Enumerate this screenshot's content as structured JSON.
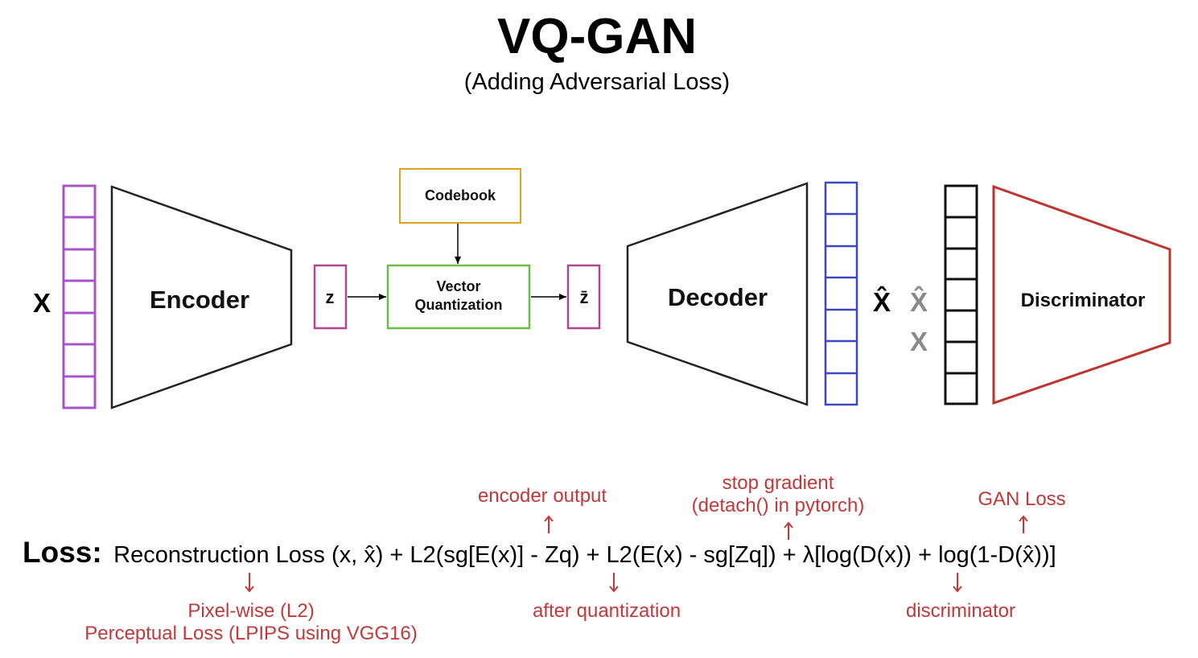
{
  "title": "VQ-GAN",
  "subtitle": "(Adding Adversarial Loss)",
  "diagram": {
    "input_label": "X",
    "encoder_label": "Encoder",
    "z_label": "z",
    "codebook_label": "Codebook",
    "vq_line1": "Vector",
    "vq_line2": "Quantization",
    "zq_label": "z̄",
    "decoder_label": "Decoder",
    "xhat_label": "X̂",
    "disc_xhat_label": "X̂",
    "disc_x_label": "X",
    "discriminator_label": "Discriminator"
  },
  "loss": {
    "prefix": "Loss:",
    "expression": "Reconstruction Loss (x, x̂) + L2(sg[E(x)] - Zq) + L2(E(x) - sg[Zq]) + λ[log(D(x)) + log(1-D(x̂))]"
  },
  "annotations": {
    "encoder_output": "encoder output",
    "stop_gradient": "stop gradient",
    "detach": "(detach() in pytorch)",
    "gan_loss": "GAN Loss",
    "pixel_wise": "Pixel-wise (L2)",
    "perceptual": "Perceptual Loss (LPIPS using VGG16)",
    "after_quantization": "after quantization",
    "discriminator": "discriminator"
  },
  "colors": {
    "input_vector": "#a855c8",
    "z_box": "#b0478f",
    "codebook": "#d9a520",
    "vq": "#6cbd45",
    "output_vector": "#3b47c4",
    "discriminator": "#c0332f",
    "annotation": "#c0393b",
    "disc_inputs": "#8a8a8a"
  }
}
